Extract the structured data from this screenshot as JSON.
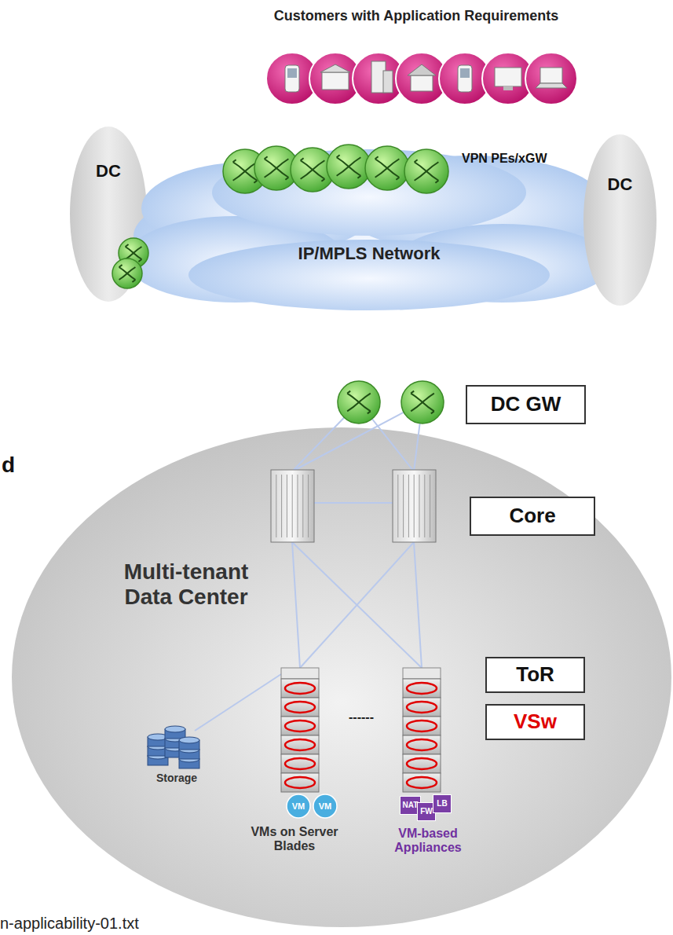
{
  "diagram": {
    "title": "Customers with Application Requirements",
    "nodes": [
      {
        "text": [
          "DC"
        ]
      },
      {
        "text": [
          "VPN PEs/xGW",
          "IP/MPLS Network"
        ]
      },
      {
        "text": [
          "DC"
        ]
      },
      {
        "text": [
          "Multi-tenant Data Center"
        ]
      },
      {
        "text": [
          "DC GW"
        ],
        "in": 3
      },
      {
        "text": [
          "Core"
        ],
        "in": 3
      },
      {
        "text": [
          "ToR"
        ],
        "in": 3
      },
      {
        "text": [
          "VSw"
        ],
        "in": 3
      },
      {
        "text": [
          "VM"
        ],
        "in": 3
      },
      {
        "text": [
          "VM"
        ],
        "in": 3
      },
      {
        "text": [
          "NAT"
        ],
        "in": 3
      },
      {
        "text": [
          "FW"
        ],
        "in": 3
      },
      {
        "text": [
          "LB"
        ],
        "in": 3
      }
    ],
    "labels": [
      "d",
      "Storage",
      "------",
      "VMs on Server Blades",
      "VM-based Appliances",
      "n-applicability-01.txt"
    ]
  }
}
